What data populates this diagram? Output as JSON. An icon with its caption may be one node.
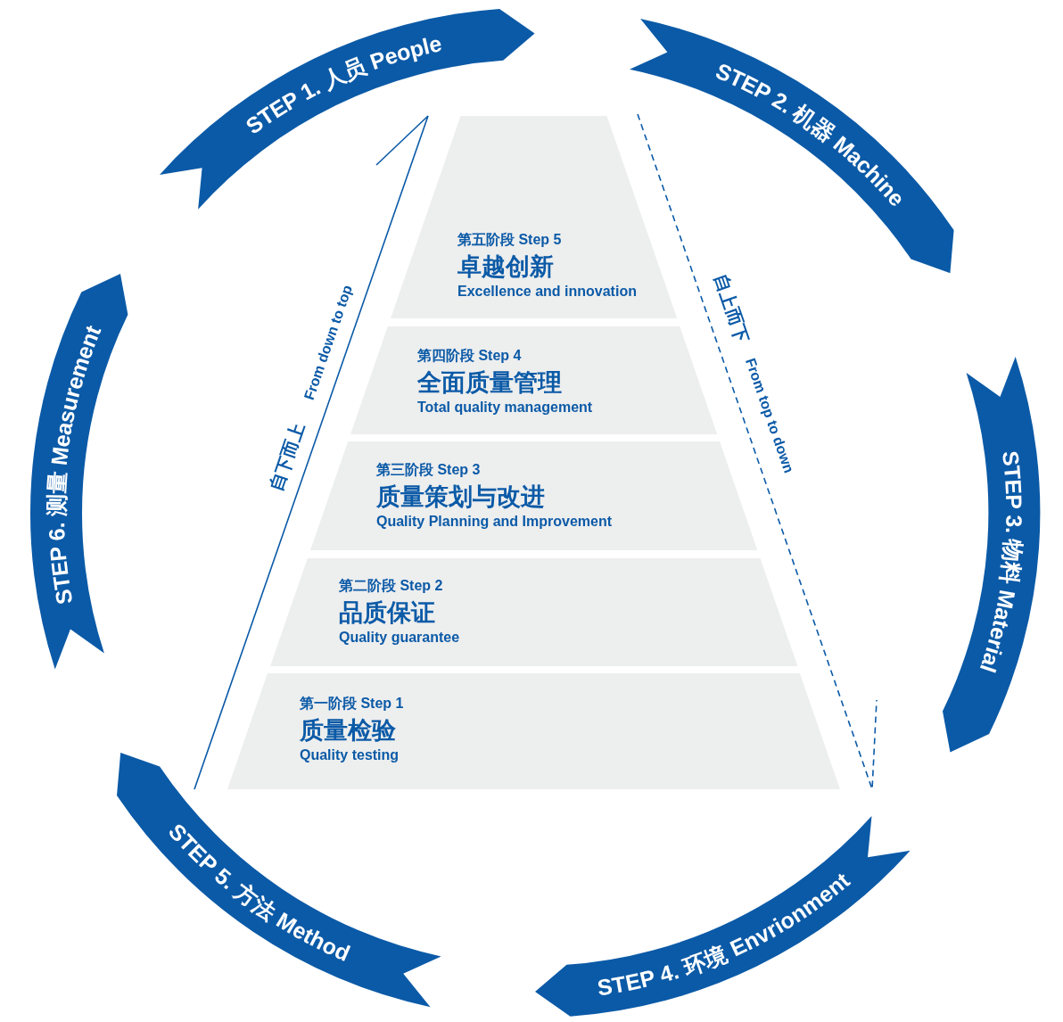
{
  "diagram": {
    "nodes": [
      {
        "text": [
          "STEP 1. 人员 People"
        ]
      },
      {
        "text": [
          "STEP 2. 机器 Machine"
        ]
      },
      {
        "text": [
          "STEP 3. 物料 Material"
        ]
      },
      {
        "text": [
          "STEP 4. 环境 Envrionment"
        ]
      },
      {
        "text": [
          "STEP 5. 方法 Method"
        ]
      },
      {
        "text": [
          "STEP 6. 测量 Measurement"
        ]
      },
      {
        "text": [
          "第五阶段 Step 5",
          "卓越创新",
          "Excellence and innovation"
        ]
      },
      {
        "text": [
          "第四阶段 Step 4",
          "全面质量管理",
          "Total quality management"
        ]
      },
      {
        "text": [
          "第三阶段 Step 3",
          "质量策划与改进",
          "Quality Planning and Improvement"
        ]
      },
      {
        "text": [
          "第二阶段 Step 2",
          "品质保证",
          "Quality guarantee"
        ]
      },
      {
        "text": [
          "第一阶段 Step 1",
          "质量检验",
          "Quality testing"
        ]
      }
    ],
    "labels": [
      "自下而上",
      "From down to top",
      "自上而下",
      "From top to down"
    ]
  }
}
